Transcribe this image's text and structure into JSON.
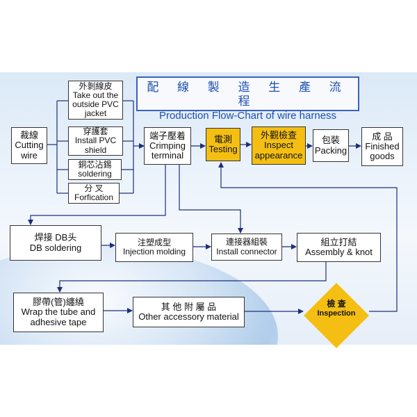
{
  "colors": {
    "accent_blue": "#1f4fb0",
    "box_border": "#333333",
    "highlight_yellow": "#f4bf12",
    "arrow_color": "#1c2f7a"
  },
  "title": {
    "zh": "配 線 製 造 生 產 流 程",
    "en": "Production Flow-Chart of wire harness"
  },
  "nodes": {
    "cutting_wire": {
      "zh": "裁線",
      "en": "Cutting wire"
    },
    "take_out_jacket": {
      "zh": "外剝線皮",
      "en": "Take out the outside PVC jacket"
    },
    "install_shield": {
      "zh": "穿護套",
      "en": "Install PVC shield"
    },
    "soldering": {
      "zh": "銅芯沾錫",
      "en": "soldering"
    },
    "forfication": {
      "zh": "分 叉",
      "en": "Forfication"
    },
    "crimping": {
      "zh": "端子壓着",
      "en": "Crimping terminal"
    },
    "testing": {
      "zh": "電測",
      "en": "Testing"
    },
    "inspect_appearance": {
      "zh": "外觀檢查",
      "en": "Inspect appearance"
    },
    "packing": {
      "zh": "包裝",
      "en": "Packing"
    },
    "finished_goods": {
      "zh": "成 品",
      "en": "Finished goods"
    },
    "db_soldering": {
      "zh": "焊接 DB头",
      "en": "DB soldering"
    },
    "injection_molding": {
      "zh": "注塑成型",
      "en": "Injection molding"
    },
    "install_connector": {
      "zh": "連接器組裝",
      "en": "Install connector"
    },
    "assembly_knot": {
      "zh": "組立打結",
      "en": "Assembly & knot"
    },
    "wrap_tube": {
      "zh": "膠帶(管)纏繞",
      "en": "Wrap the tube and adhesive tape"
    },
    "other_accessory": {
      "zh": "其 他 附 屬 品",
      "en": "Other accessory material"
    },
    "inspection": {
      "zh": "檢 查",
      "en": "Inspection"
    }
  }
}
